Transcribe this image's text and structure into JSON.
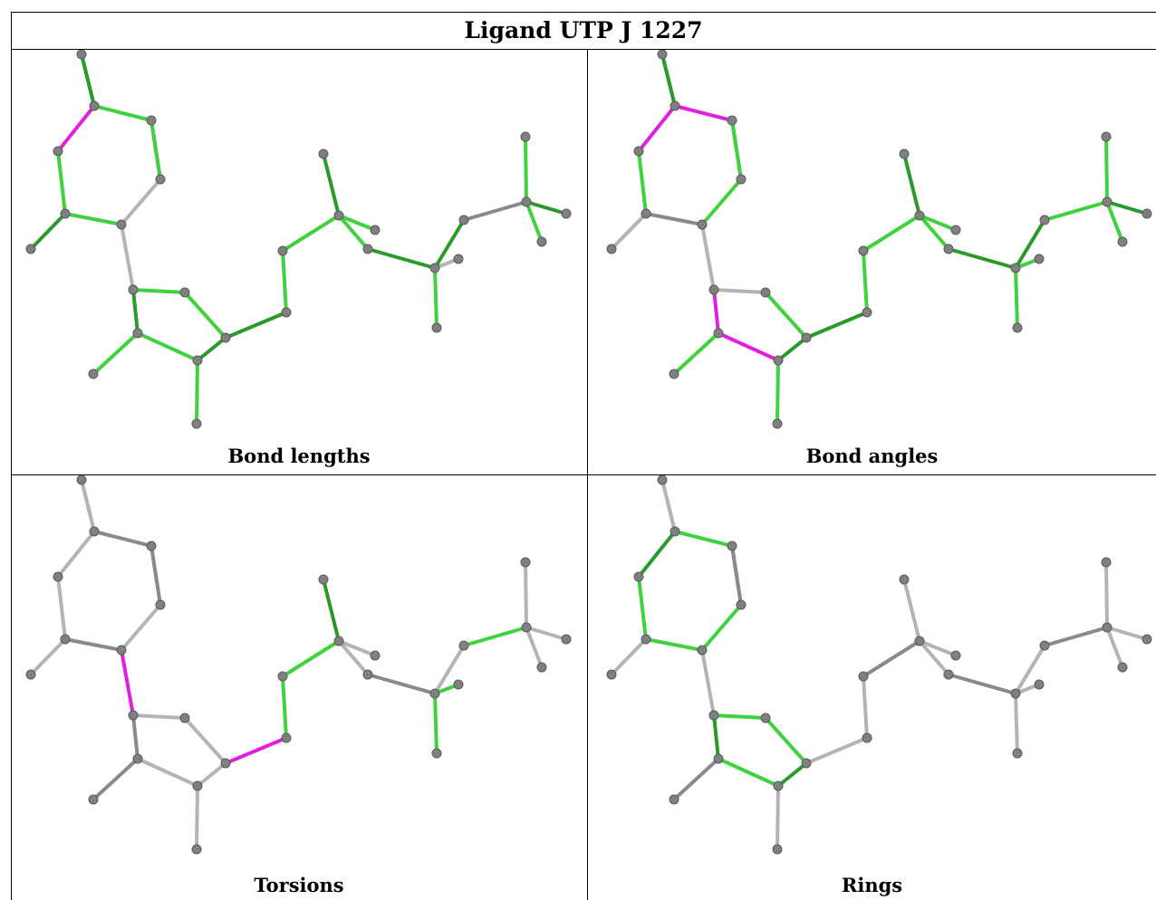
{
  "title": "Ligand UTP J 1227",
  "colors": {
    "good": "#3ed23e",
    "good_dark": "#2a9a2a",
    "outlier": "#e020e0",
    "neutral": "#b4b4b4",
    "neutral_dark": "#8a8a8a",
    "atom": "#808080"
  },
  "panels": [
    {
      "id": "bond-lengths",
      "caption": "Bond lengths",
      "bond_states": [
        "g",
        "o",
        "g",
        "g",
        "o",
        "n",
        "g",
        "g",
        "n",
        "g",
        "g",
        "g",
        "g",
        "g",
        "g",
        "g",
        "g",
        "g",
        "g",
        "g",
        "g",
        "g",
        "g",
        "n",
        "g",
        "g",
        "n",
        "g",
        "g",
        "g",
        "g",
        "g"
      ]
    },
    {
      "id": "bond-angles",
      "caption": "Bond angles",
      "bond_states": [
        "n",
        "o",
        "o",
        "g",
        "g",
        "g",
        "n",
        "n",
        "n",
        "n",
        "o",
        "g",
        "o",
        "g",
        "g",
        "g",
        "g",
        "g",
        "g",
        "g",
        "g",
        "g",
        "g",
        "g",
        "g",
        "g",
        "g",
        "g",
        "g",
        "g",
        "g",
        "g"
      ]
    },
    {
      "id": "torsions",
      "caption": "Torsions",
      "bond_states": [
        "n",
        "n",
        "n",
        "n",
        "n",
        "n",
        "n",
        "n",
        "o",
        "n",
        "n",
        "n",
        "n",
        "n",
        "n",
        "n",
        "o",
        "g",
        "g",
        "g",
        "n",
        "n",
        "n",
        "g",
        "g",
        "n",
        "g",
        "n",
        "n",
        "n",
        "n",
        "n"
      ]
    },
    {
      "id": "rings",
      "caption": "Rings",
      "bond_states": [
        "n",
        "g",
        "g",
        "g",
        "g",
        "g",
        "g",
        "n",
        "n",
        "g",
        "g",
        "g",
        "g",
        "g",
        "n",
        "n",
        "n",
        "n",
        "n",
        "n",
        "n",
        "n",
        "n",
        "n",
        "n",
        "n",
        "n",
        "n",
        "n",
        "n",
        "n",
        "n"
      ]
    }
  ]
}
